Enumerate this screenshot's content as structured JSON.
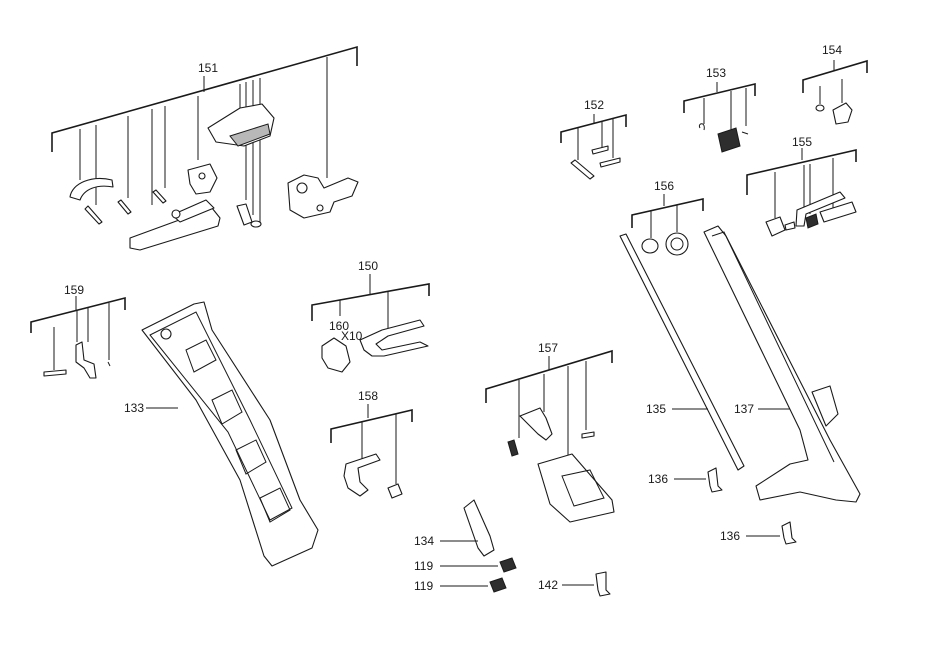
{
  "labels": {
    "p151": "151",
    "p152": "152",
    "p153": "153",
    "p154": "154",
    "p155": "155",
    "p156": "156",
    "p150": "150",
    "p160": "160",
    "x10": "X10",
    "p159": "159",
    "p158": "158",
    "p157": "157",
    "p133": "133",
    "p134": "134",
    "p119a": "119",
    "p119b": "119",
    "p142": "142",
    "p135": "135",
    "p137": "137",
    "p136a": "136",
    "p136b": "136"
  }
}
